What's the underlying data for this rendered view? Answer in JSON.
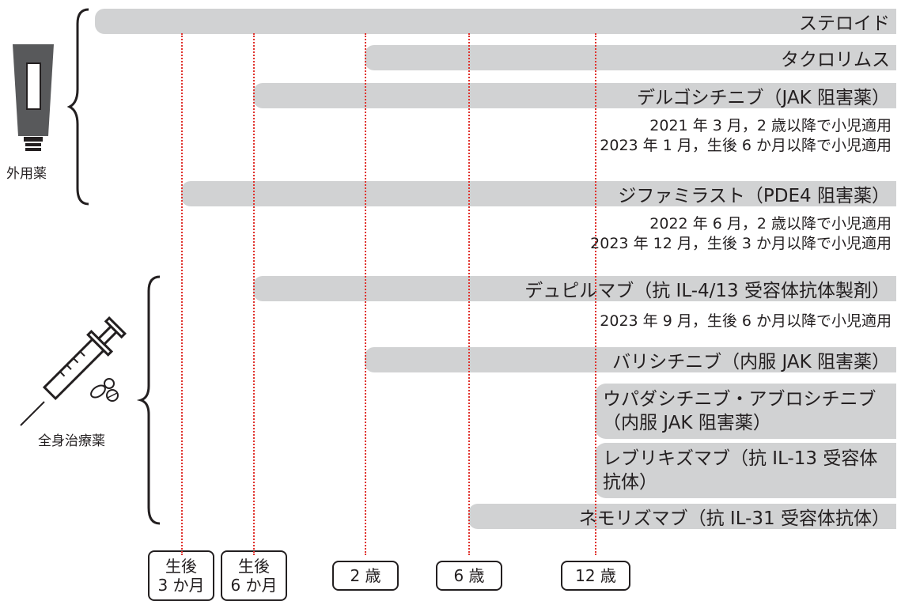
{
  "categories": {
    "topical": "外用薬",
    "systemic": "全身治療薬"
  },
  "age_markers": [
    {
      "line1": "生後",
      "line2": "3 か月"
    },
    {
      "line1": "生後",
      "line2": "6 か月"
    },
    {
      "line1": "2 歳",
      "line2": ""
    },
    {
      "line1": "6 歳",
      "line2": ""
    },
    {
      "line1": "12 歳",
      "line2": ""
    }
  ],
  "drugs": {
    "steroid": "ステロイド",
    "tacrolimus": "タクロリムス",
    "delgocitinib": "デルゴシチニブ（JAK 阻害薬）",
    "difamilast": "ジファミラスト（PDE4 阻害薬）",
    "dupilumab": "デュピルマブ（抗 IL-4/13 受容体抗体製剤）",
    "baricitinib": "バリシチニブ（内服 JAK 阻害薬）",
    "upadacitinib_abrocitinib": "ウパダシチニブ・アブロシチニブ（内服 JAK 阻害薬）",
    "lebrikizumab": "レブリキズマブ（抗 IL-13 受容体抗体）",
    "nemolizumab": "ネモリズマブ（抗 IL-31 受容体抗体）"
  },
  "notes": {
    "delgocitinib": [
      "2021 年 3 月，2 歳以降で小児適用",
      "2023 年 1 月，生後 6 か月以降で小児適用"
    ],
    "difamilast": [
      "2022 年 6 月，2 歳以降で小児適用",
      "2023 年 12 月，生後 3 か月以降で小児適用"
    ],
    "dupilumab": [
      "2023 年 9 月，生後 6 か月以降で小児適用"
    ]
  },
  "icons": {
    "topical": "ointment-tube-icon",
    "systemic": "syringe-and-pills-icon"
  },
  "colors": {
    "bar": "#d1d2d3",
    "age_line": "#e0332e",
    "text": "#231f20"
  }
}
